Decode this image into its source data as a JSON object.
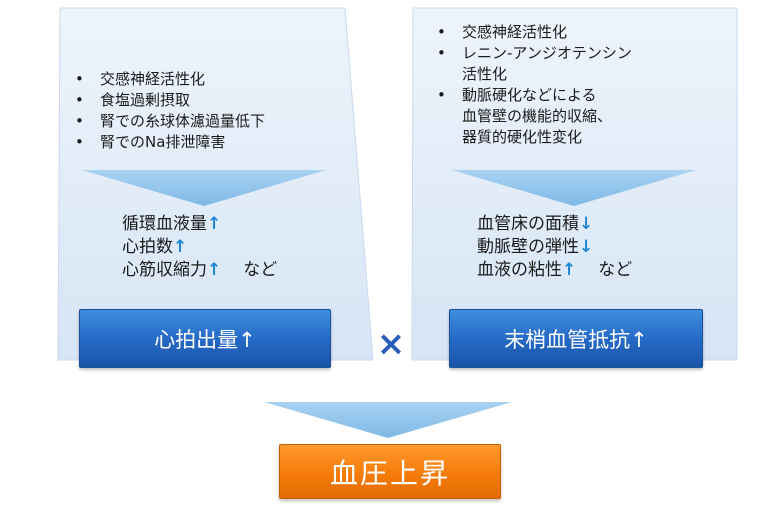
{
  "left": {
    "causes": [
      "交感神経活性化",
      "食塩過剰摂取",
      "腎での糸球体濾過量低下",
      "腎でのNa排泄障害"
    ],
    "factors": [
      {
        "label": "循環血液量",
        "arrow": "↑"
      },
      {
        "label": "心拍数",
        "arrow": "↑"
      },
      {
        "label": "心筋収縮力",
        "arrow": "↑",
        "suffix": "など"
      }
    ],
    "result_label": "心拍出量↑"
  },
  "operator": "×",
  "right": {
    "causes": [
      "交感神経活性化",
      "レニン-アンジオテンシン\n活性化",
      "動脈硬化などによる\n血管壁の機能的収縮、\n器質的硬化性変化"
    ],
    "factors": [
      {
        "label": "血管床の面積",
        "arrow": "↓"
      },
      {
        "label": "動脈壁の弾性",
        "arrow": "↓"
      },
      {
        "label": "血液の粘性",
        "arrow": "↑",
        "suffix": "など"
      }
    ],
    "result_label": "末梢血管抵抗↑"
  },
  "final_label": "血圧上昇",
  "colors": {
    "panel_fill": "#dde9f7",
    "arrow_fill": "#9fcbed",
    "blue_box": "#2467c4",
    "orange_box": "#f57c0a",
    "arrow_text": "#1f86d6"
  }
}
